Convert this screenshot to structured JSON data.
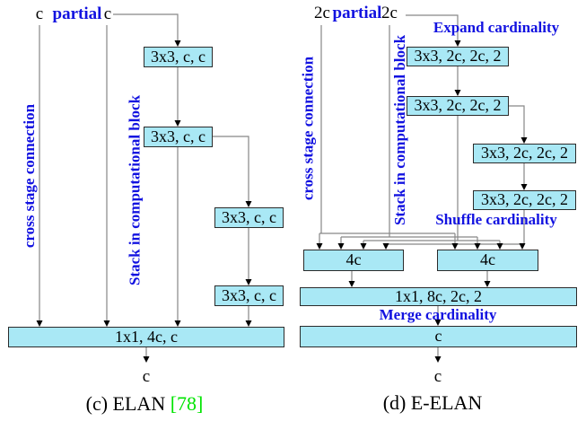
{
  "colors": {
    "box_fill": "#a9e8f5",
    "box_border": "#2b2b2b",
    "blue": "#1212e0",
    "line": "#878787",
    "arrow": "#000000",
    "citation_green": "#00e400"
  },
  "left": {
    "input_left": "c",
    "partial_label": "partial",
    "input_right": "c",
    "cross_stage_label": "cross stage connection",
    "stack_label": "Stack in computational block",
    "conv_boxes": [
      "3x3, c, c",
      "3x3, c, c",
      "3x3, c, c",
      "3x3, c, c"
    ],
    "merge_box": "1x1, 4c, c",
    "output_label": "c",
    "caption_text": "(c) ELAN ",
    "caption_ref": "[78]"
  },
  "right": {
    "input_left": "2c",
    "partial_label": "partial",
    "input_right": "2c",
    "expand_label": "Expand cardinality",
    "cross_stage_label": "cross stage connection",
    "stack_label": "Stack in computational block",
    "conv_boxes": [
      "3x3, 2c, 2c, 2",
      "3x3, 2c, 2c, 2",
      "3x3, 2c, 2c, 2",
      "3x3, 2c, 2c, 2"
    ],
    "shuffle_label": "Shuffle cardinality",
    "group_boxes": [
      "4c",
      "4c"
    ],
    "merge_box": "1x1, 8c, 2c, 2",
    "merge_label": "Merge cardinality",
    "output_box": "c",
    "output_label": "c",
    "caption_text": "(d) E-ELAN"
  }
}
